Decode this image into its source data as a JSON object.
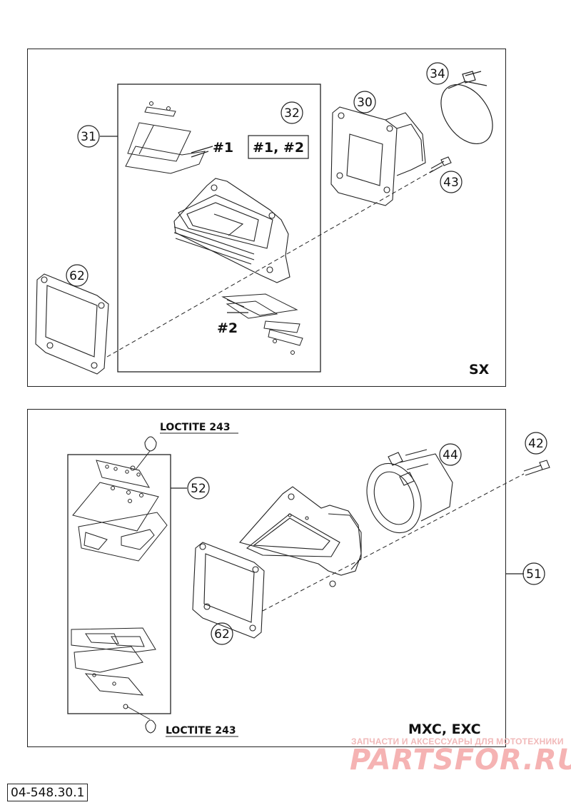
{
  "doc_code": "04-548.30.1",
  "watermark": {
    "line": "ЗАПЧАСТИ И АКСЕССУАРЫ ДЛЯ МОТОТЕХНИКИ",
    "logo": "PARTSFOR.RU"
  },
  "panel_sx": {
    "label": "SX",
    "callouts": {
      "c31": "31",
      "c32": "32",
      "c30": "30",
      "c34": "34",
      "c43": "43",
      "c62": "62"
    },
    "tags": {
      "kit": "#1, #2",
      "t1": "#1",
      "t2": "#2"
    }
  },
  "panel_mxc": {
    "label": "MXC, EXC",
    "callouts": {
      "c52": "52",
      "c44": "44",
      "c42": "42",
      "c51": "51",
      "c62": "62"
    },
    "loctite_top": "LOCTITE 243",
    "loctite_bottom": "LOCTITE 243"
  }
}
